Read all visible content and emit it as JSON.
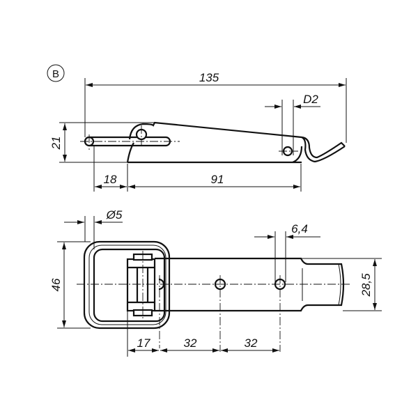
{
  "view_label": "B",
  "side_view": {
    "overall_length": "135",
    "hole_diameter": "D2",
    "height": "21",
    "offset": "18",
    "base_length": "91"
  },
  "top_view": {
    "wire_diameter": "Ø5",
    "loop_width": "46",
    "slot_width": "6,4",
    "body_width": "28,5",
    "first_hole_offset": "17",
    "hole_spacing_1": "32",
    "hole_spacing_2": "32"
  }
}
